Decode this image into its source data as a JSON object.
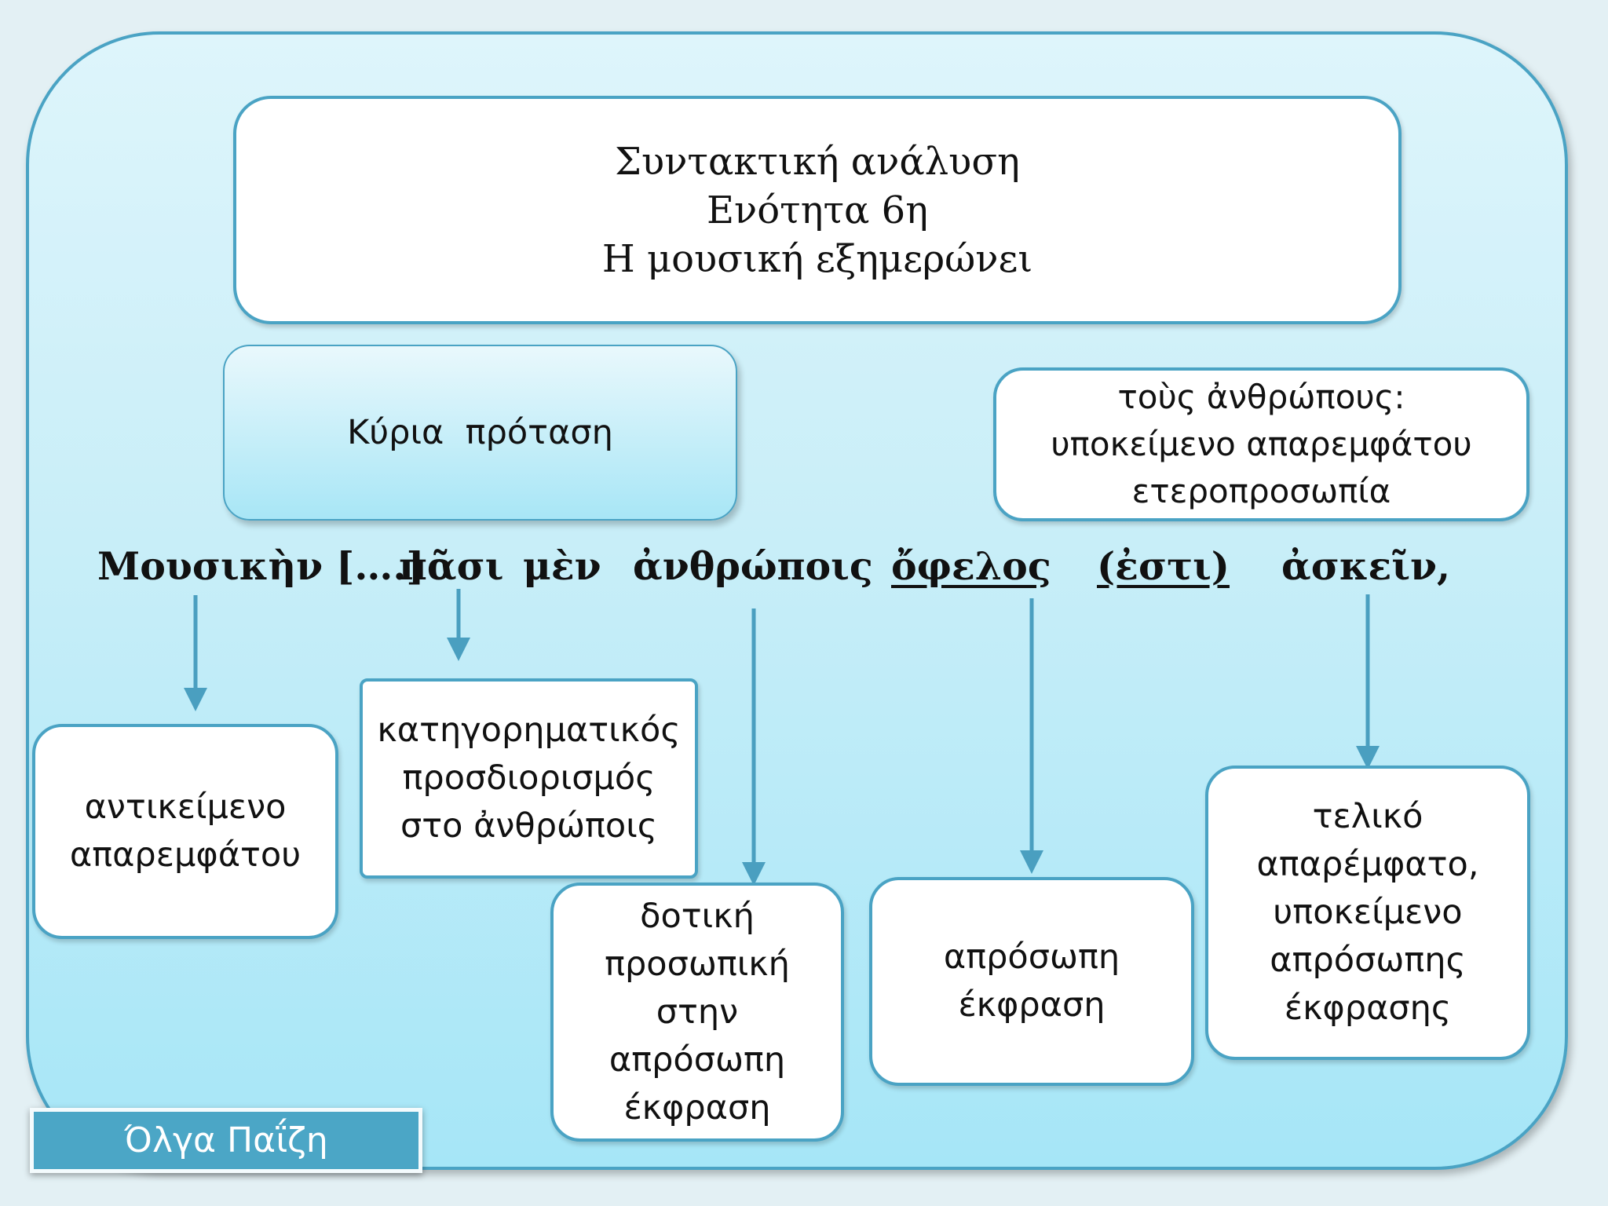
{
  "title": {
    "line1": "Συντακτική ανάλυση",
    "line2": "Ενότητα 6η",
    "line3": "Η μουσική εξημερώνει"
  },
  "main_clause": "Κύρια  πρόταση",
  "infinitive_subject": {
    "line1": "τοὺς ἀνθρώπους:",
    "line2": "υποκείμενο απαρεμφάτου",
    "line3": "ετεροπροσωπία"
  },
  "sentence": {
    "w1": "Μουσικὴν [….]",
    "w2": "πᾶσι",
    "w3": "μὲν",
    "w4": "ἀνθρώποις",
    "w5": "ὄφελος",
    "w6": "(ἐστι)",
    "w7": "ἀσκεῖν,"
  },
  "labels": {
    "object": {
      "line1": "αντικείμενο",
      "line2": "απαρεμφάτου"
    },
    "attributive": {
      "line1": "κατηγορηματικός",
      "line2": "προσδιορισμός",
      "line3": "στο ἀνθρώποις"
    },
    "dative": {
      "line1": "δοτική",
      "line2": "προσωπική",
      "line3": "στην",
      "line4": "απρόσωπη",
      "line5": "έκφραση"
    },
    "impersonal": {
      "line1": "απρόσωπη",
      "line2": "έκφραση"
    },
    "final": {
      "line1": "τελικό",
      "line2": "απαρέμφατο,",
      "line3": "υποκείμενο",
      "line4": "απρόσωπης",
      "line5": "έκφρασης"
    }
  },
  "author": "Όλγα Παΐζη",
  "colors": {
    "accent": "#4aa3c4",
    "arrow": "#4a9fc0",
    "author_bg": "#4ba6c6"
  }
}
